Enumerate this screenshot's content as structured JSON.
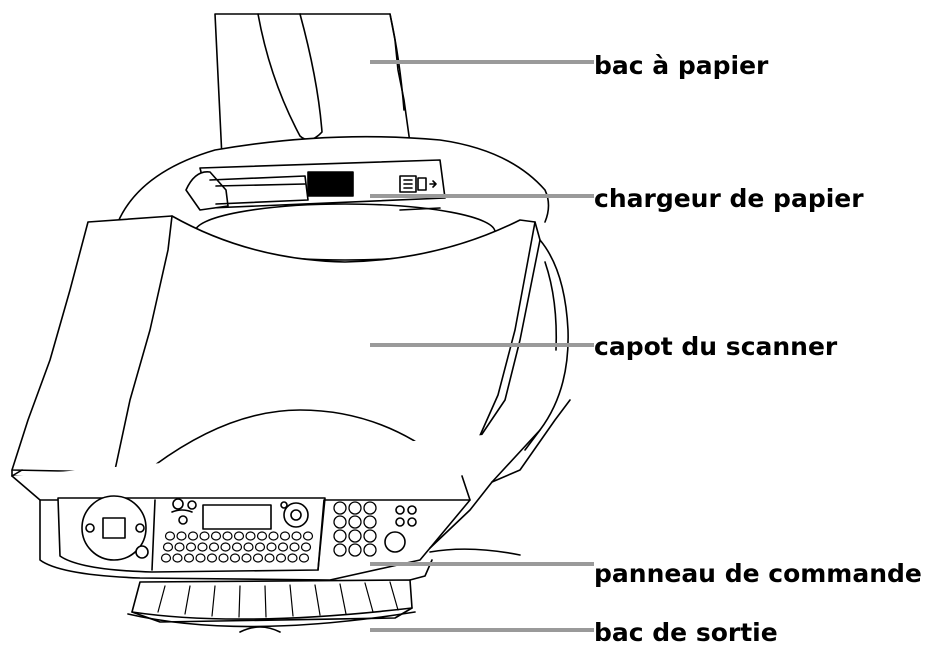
{
  "labels": [
    {
      "id": "paper-tray",
      "text": "bac à papier"
    },
    {
      "id": "paper-feeder",
      "text": "chargeur de papier"
    },
    {
      "id": "scanner-lid",
      "text": "capot du scanner"
    },
    {
      "id": "control-panel",
      "text": "panneau de commande"
    },
    {
      "id": "output-tray",
      "text": "bac de sortie"
    }
  ],
  "colors": {
    "outline": "#000000",
    "leader_line": "#9a9a9a",
    "background": "#ffffff",
    "display_fill": "#ffffff",
    "feeder_slot_fill": "#000000"
  }
}
